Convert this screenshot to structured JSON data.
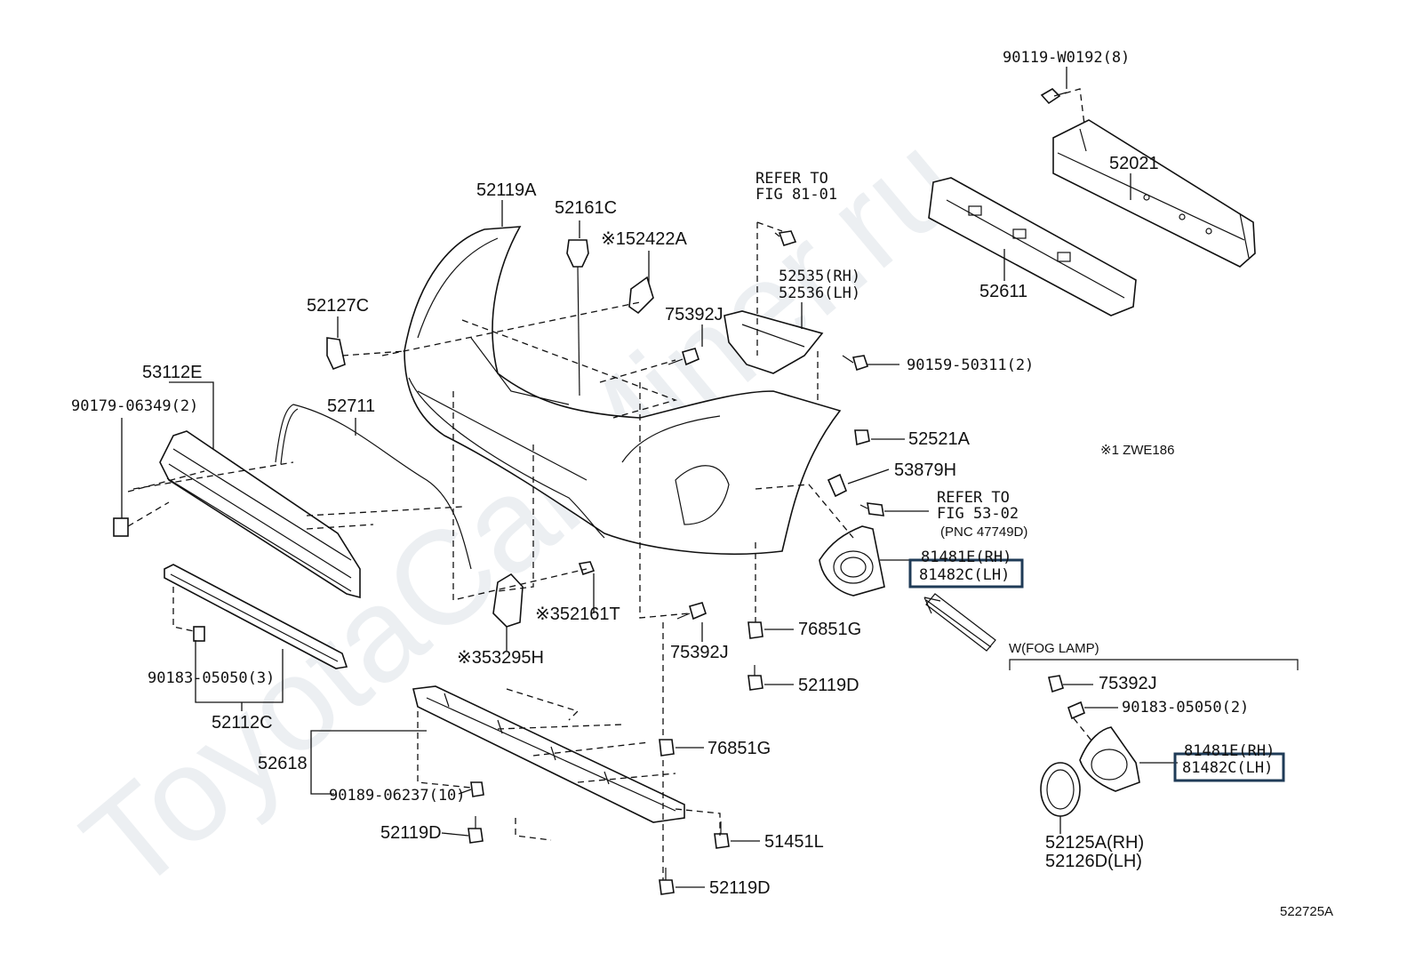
{
  "watermark": "ToyotaCarMiner.ru",
  "figure_id": "522725A",
  "note": "※1 ZWE186",
  "fog_lamp_group": "W(FOG LAMP)",
  "labels": {
    "p52119A": "52119A",
    "p52161C": "52161C",
    "p52422A": "※152422A",
    "p52127C": "52127C",
    "p53112E": "53112E",
    "p90179": "90179-06349(2)",
    "p52711": "52711",
    "p75392J_a": "75392J",
    "p52535": "52535(RH)",
    "p52536": "52536(LH)",
    "p90159": "90159-50311(2)",
    "p52521A": "52521A",
    "p53879H": "53879H",
    "refer1_a": "REFER TO",
    "refer1_b": "FIG 81-01",
    "refer2_a": "REFER TO",
    "refer2_b": "FIG 53-02",
    "refer2_c": "(PNC 47749D)",
    "p81481E_a": "81481E(RH)",
    "p81482C_a": "81482C(LH)",
    "p52161T": "※352161T",
    "p53295H": "※353295H",
    "p75392J_b": "75392J",
    "p76851G_a": "76851G",
    "p52119D_a": "52119D",
    "p90183_a": "90183-05050(3)",
    "p52112C": "52112C",
    "p52618": "52618",
    "p90189": "90189-06237(10)",
    "p52119D_b": "52119D",
    "p76851G_b": "76851G",
    "p51451L": "51451L",
    "p52119D_c": "52119D",
    "p90119": "90119-W0192(8)",
    "p52021": "52021",
    "p52611": "52611",
    "p75392J_c": "75392J",
    "p90183_b": "90183-05050(2)",
    "p81481E_b": "81481E(RH)",
    "p81482C_b": "81482C(LH)",
    "p52125A": "52125A(RH)",
    "p52126D": "52126D(LH)"
  },
  "colors": {
    "highlight_box": "#1f3b57",
    "line": "#111111",
    "watermark": "#eceff2"
  }
}
